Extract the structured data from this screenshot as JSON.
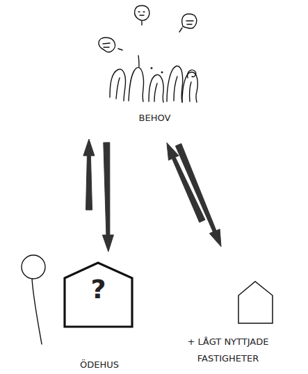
{
  "diagram": {
    "nodes": [
      {
        "text": [
          "BEHOV"
        ]
      },
      {
        "text": [
          "?",
          "ÖDEHUS"
        ]
      },
      {
        "text": [
          "+ LÅGT NYTTJADE FASTIGHETER"
        ]
      }
    ],
    "edges": [
      {
        "from": 1,
        "to": 0,
        "arrow": "to"
      },
      {
        "from": 0,
        "to": 1,
        "arrow": "to"
      },
      {
        "from": 2,
        "to": 0,
        "arrow": "to"
      },
      {
        "from": 0,
        "to": 2,
        "arrow": "to"
      }
    ]
  }
}
